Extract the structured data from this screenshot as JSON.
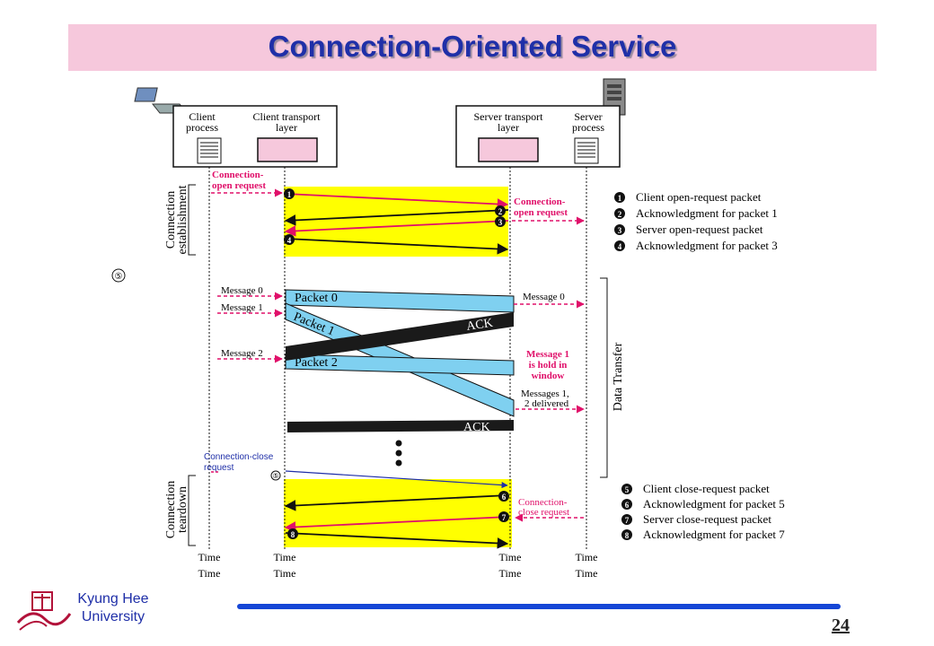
{
  "slide": {
    "title": "Connection-Oriented Service",
    "page_number": "24",
    "university_line1": "Kyung Hee",
    "university_line2": "University",
    "side_marker": "⑤"
  },
  "boxes": {
    "client_process": [
      "Client",
      "process"
    ],
    "client_transport": [
      "Client transport",
      "layer"
    ],
    "server_transport": [
      "Server transport",
      "layer"
    ],
    "server_process": [
      "Server",
      "process"
    ]
  },
  "phases": {
    "establishment": [
      "Connection",
      "establishment"
    ],
    "data_transfer": "Data Transfer",
    "teardown": [
      "Connection",
      "teardown"
    ]
  },
  "labels": {
    "conn_open_request_left": [
      "Connection-",
      "open request"
    ],
    "conn_open_request_right": [
      "Connection-",
      "open request"
    ],
    "message0_left": "Message  0",
    "message1_left": "Message  1",
    "message2_left": "Message  2",
    "message0_right": "Message  0",
    "message1_hold": [
      "Message  1",
      "is hold in",
      "window"
    ],
    "messages_delivered": [
      "Messages 1,",
      "2 delivered"
    ],
    "conn_close_request_left": [
      "Connection-close",
      "request"
    ],
    "conn_close_request_right": [
      "Connection-",
      "close request"
    ],
    "packet0": "Packet 0",
    "packet1": "Packet 1",
    "packet2": "Packet 2",
    "ack1": "ACK",
    "ack2": "ACK",
    "small_marker": "⑤"
  },
  "steps": [
    "1",
    "2",
    "3",
    "4",
    "5",
    "6",
    "7",
    "8"
  ],
  "legend_top": [
    {
      "num": "1",
      "text": "Client open-request packet"
    },
    {
      "num": "2",
      "text": "Acknowledgment for packet 1"
    },
    {
      "num": "3",
      "text": "Server open-request packet"
    },
    {
      "num": "4",
      "text": "Acknowledgment for packet 3"
    }
  ],
  "legend_bottom": [
    {
      "num": "5",
      "text": "Client close-request packet"
    },
    {
      "num": "6",
      "text": "Acknowledgment for packet 5"
    },
    {
      "num": "7",
      "text": "Server close-request packet"
    },
    {
      "num": "8",
      "text": "Acknowledgment for packet 7"
    }
  ],
  "time_labels": [
    "Time",
    "Time",
    "Time",
    "Time",
    "Time",
    "Time",
    "Time",
    "Time"
  ],
  "colors": {
    "title_band": "#f6c8dc",
    "title_text": "#1f2fa8",
    "highlight": "#ffff00",
    "packet_fill": "#7fd0f0",
    "ack_fill": "#1a1a1a",
    "request_text": "#e0106a",
    "arrow_red": "#e0106a"
  }
}
